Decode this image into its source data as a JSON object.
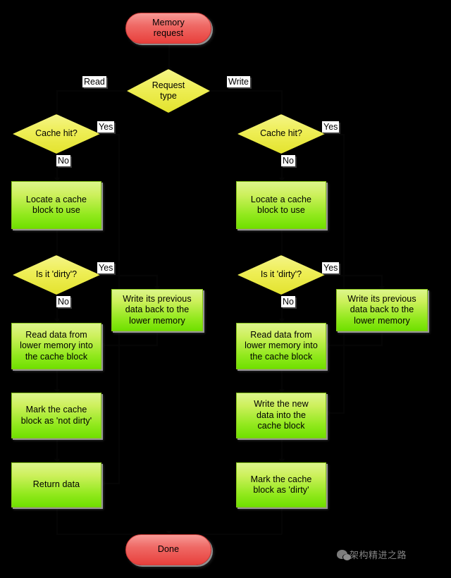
{
  "diagram": {
    "title": "Cache memory request flowchart",
    "background_color": "#000000",
    "watermark": {
      "logo": "wechat-logo",
      "text": "架构精进之路"
    },
    "colors": {
      "process_fill": "#8fe71c",
      "decision_fill": "#eeee55",
      "terminator_fill": "#ef5a55",
      "label_fill": "#ffffff",
      "text": "#000000"
    },
    "nodes": {
      "start": "Memory\nrequest",
      "request_type": "Request\ntype",
      "read": {
        "cache_hit": "Cache hit?",
        "locate_block": "Locate a cache\nblock to use",
        "is_dirty": "Is it 'dirty'?",
        "write_back": "Write its previous\ndata back to the\nlower memory",
        "read_data": "Read data from\nlower memory into\nthe cache block",
        "mark_not_dirty": "Mark the cache\nblock as 'not dirty'",
        "return_data": "Return data"
      },
      "write": {
        "cache_hit": "Cache hit?",
        "locate_block": "Locate a cache\nblock to use",
        "is_dirty": "Is it 'dirty'?",
        "write_back": "Write its previous\ndata back to the\nlower memory",
        "read_data": "Read data from\nlower memory into\nthe cache block",
        "write_new_data": "Write the new\ndata into the\ncache block",
        "mark_dirty": "Mark the cache\nblock as 'dirty'"
      },
      "end": "Done"
    },
    "edge_labels": {
      "read": "Read",
      "write": "Write",
      "read_hit_yes": "Yes",
      "read_hit_no": "No",
      "read_dirty_yes": "Yes",
      "read_dirty_no": "No",
      "write_hit_yes": "Yes",
      "write_hit_no": "No",
      "write_dirty_yes": "Yes",
      "write_dirty_no": "No"
    }
  }
}
